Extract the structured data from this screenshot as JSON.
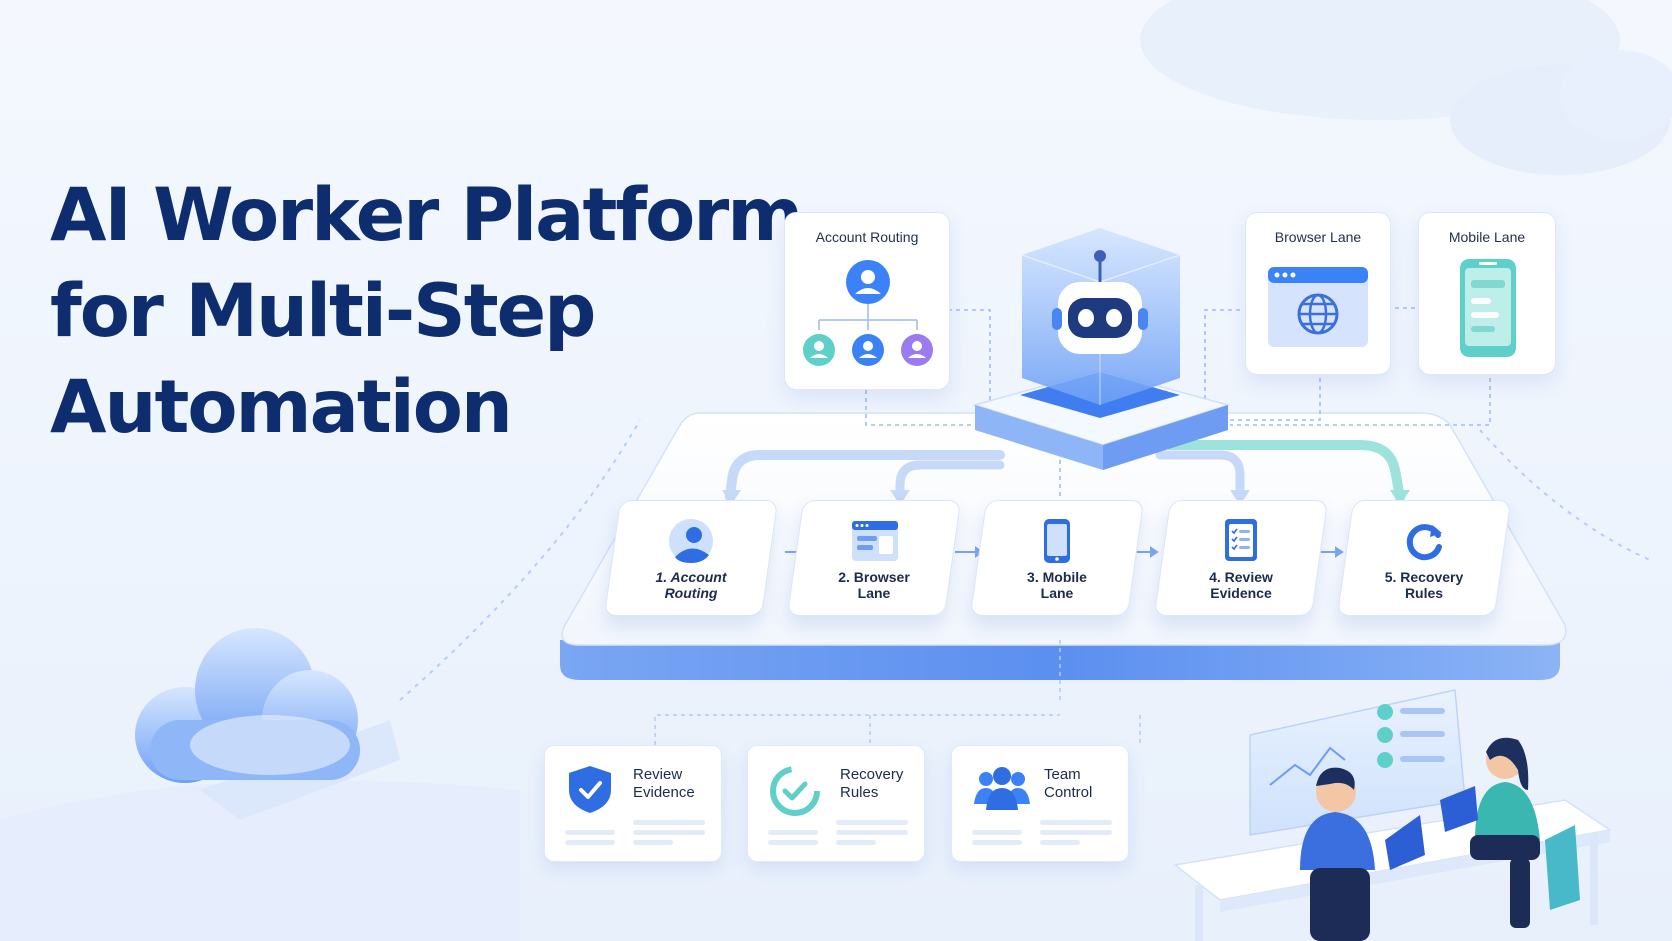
{
  "title": {
    "line1": "AI Worker Platform",
    "line2": "for Multi-Step",
    "line3": "Automation"
  },
  "lane_cards": [
    {
      "label": "Account Routing",
      "icon": "org-chart-icon"
    },
    {
      "label": "Browser Lane",
      "icon": "browser-globe-icon"
    },
    {
      "label": "Mobile Lane",
      "icon": "mobile-phone-icon"
    }
  ],
  "center": {
    "icon": "robot-icon"
  },
  "steps": [
    {
      "line1": "1. Account",
      "line2": "Routing",
      "icon": "user-icon"
    },
    {
      "line1": "2. Browser",
      "line2": "Lane",
      "icon": "browser-window-icon"
    },
    {
      "line1": "3. Mobile",
      "line2": "Lane",
      "icon": "tablet-icon"
    },
    {
      "line1": "4. Review",
      "line2": "Evidence",
      "icon": "checklist-icon"
    },
    {
      "line1": "5. Recovery",
      "line2": "Rules",
      "icon": "refresh-icon"
    }
  ],
  "features": [
    {
      "line1": "Review",
      "line2": "Evidence",
      "icon": "shield-check-icon"
    },
    {
      "line1": "Recovery",
      "line2": "Rules",
      "icon": "recovery-check-icon"
    },
    {
      "line1": "Team",
      "line2": "Control",
      "icon": "team-icon"
    }
  ],
  "colors": {
    "title": "#0d2d6e",
    "accent": "#3b82f6",
    "teal": "#5fd0c9",
    "violet": "#9b7cf0",
    "background": "#f1f6fe"
  }
}
